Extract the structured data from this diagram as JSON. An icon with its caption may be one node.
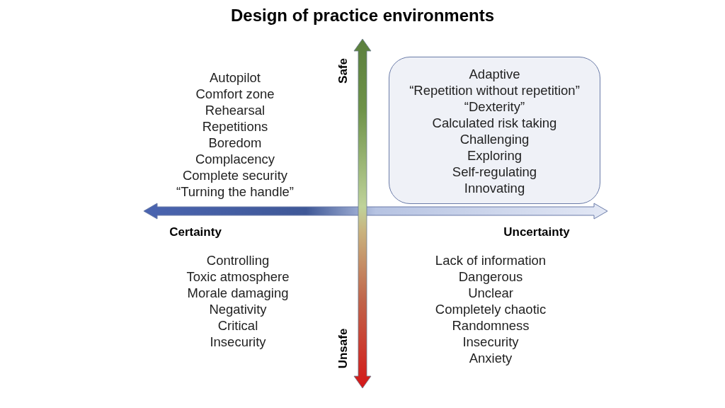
{
  "diagram": {
    "title": "Design of practice environments",
    "nodes": [
      {
        "text": [
          "Adaptive",
          "“Repetition without repetition”",
          "“Dexterity”",
          "Calculated risk taking",
          "Challenging",
          "Exploring",
          "Self-regulating",
          "Innovating"
        ]
      }
    ],
    "edges": [],
    "labels": [
      "Safe",
      "Autopilot",
      "Comfort zone",
      "Rehearsal",
      "Repetitions",
      "Boredom",
      "Complacency",
      "Complete security",
      "“Turning the handle”",
      "Certainty",
      "Uncertainty",
      "Controlling",
      "Toxic atmosphere",
      "Morale damaging",
      "Negativity",
      "Critical",
      "Insecurity",
      "Lack of information",
      "Dangerous",
      "Unclear",
      "Completely chaotic",
      "Randomness",
      "Insecurity",
      "Anxiety",
      "Unsafe"
    ]
  }
}
